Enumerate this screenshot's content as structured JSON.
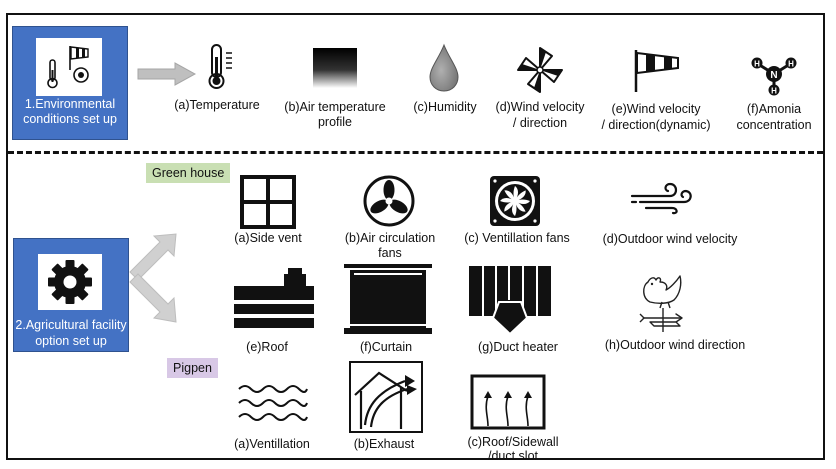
{
  "section1": {
    "title_line1": "1.Environmental",
    "title_line2": "conditions set up",
    "items": [
      {
        "label": "(a)Temperature",
        "icon": "thermometer-icon"
      },
      {
        "label_line1": "(b)Air temperature",
        "label_line2": "profile",
        "icon": "gradient-profile-icon"
      },
      {
        "label": "(c)Humidity",
        "icon": "water-drop-icon"
      },
      {
        "label_line1": "(d)Wind velocity",
        "label_line2": "/ direction",
        "icon": "pinwheel-icon"
      },
      {
        "label_line1": "(e)Wind velocity",
        "label_line2": "/ direction(dynamic)",
        "icon": "windsock-icon"
      },
      {
        "label_line1": "(f)Amonia",
        "label_line2": "concentration",
        "icon": "ammonia-molecule-icon"
      }
    ]
  },
  "section2": {
    "title_line1": "2.Agricultural facility",
    "title_line2": "option set up",
    "greenhouse": {
      "tag": "Green house",
      "tag_color": "#c9dfb3",
      "items": [
        {
          "label": "(a)Side vent",
          "icon": "window-vent-icon"
        },
        {
          "label_line1": "(b)Air circulation",
          "label_line2": "fans",
          "icon": "circulation-fan-icon"
        },
        {
          "label": "(c) Ventillation fans",
          "icon": "ventilation-fan-icon"
        },
        {
          "label": "(d)Outdoor wind velocity",
          "icon": "wind-icon"
        },
        {
          "label": "(e)Roof",
          "icon": "roof-icon"
        },
        {
          "label": "(f)Curtain",
          "icon": "curtain-icon"
        },
        {
          "label": "(g)Duct heater",
          "icon": "duct-heater-icon"
        },
        {
          "label": "(h)Outdoor wind direction",
          "icon": "weathervane-icon"
        }
      ]
    },
    "pigpen": {
      "tag": "Pigpen",
      "tag_color": "#d8c8e6",
      "items": [
        {
          "label": "(a)Ventillation",
          "icon": "wavy-air-icon"
        },
        {
          "label": "(b)Exhaust",
          "icon": "exhaust-building-icon"
        },
        {
          "label_line1": "(c)Roof/Sidewall",
          "label_line2": "/duct slot",
          "icon": "duct-slot-icon"
        }
      ]
    }
  },
  "colors": {
    "accent_blue": "#4472c4",
    "arrow_gray": "#bfbfbf"
  }
}
